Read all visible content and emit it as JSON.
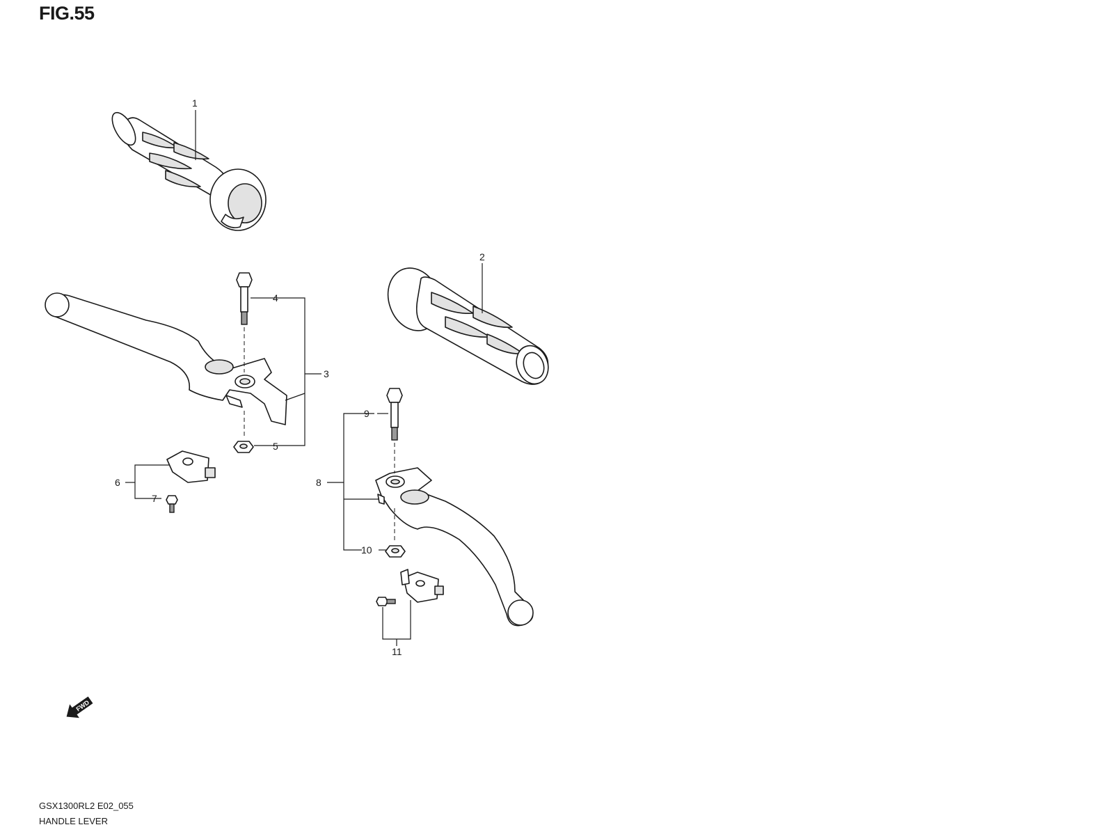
{
  "figure": {
    "title": "FIG.55"
  },
  "callouts": [
    "1",
    "2",
    "3",
    "4",
    "5",
    "6",
    "7",
    "8",
    "9",
    "10",
    "11"
  ],
  "fwd_label": "FWD",
  "footer": {
    "model_code": "GSX1300RL2 E02_055",
    "section_name": "HANDLE LEVER"
  }
}
